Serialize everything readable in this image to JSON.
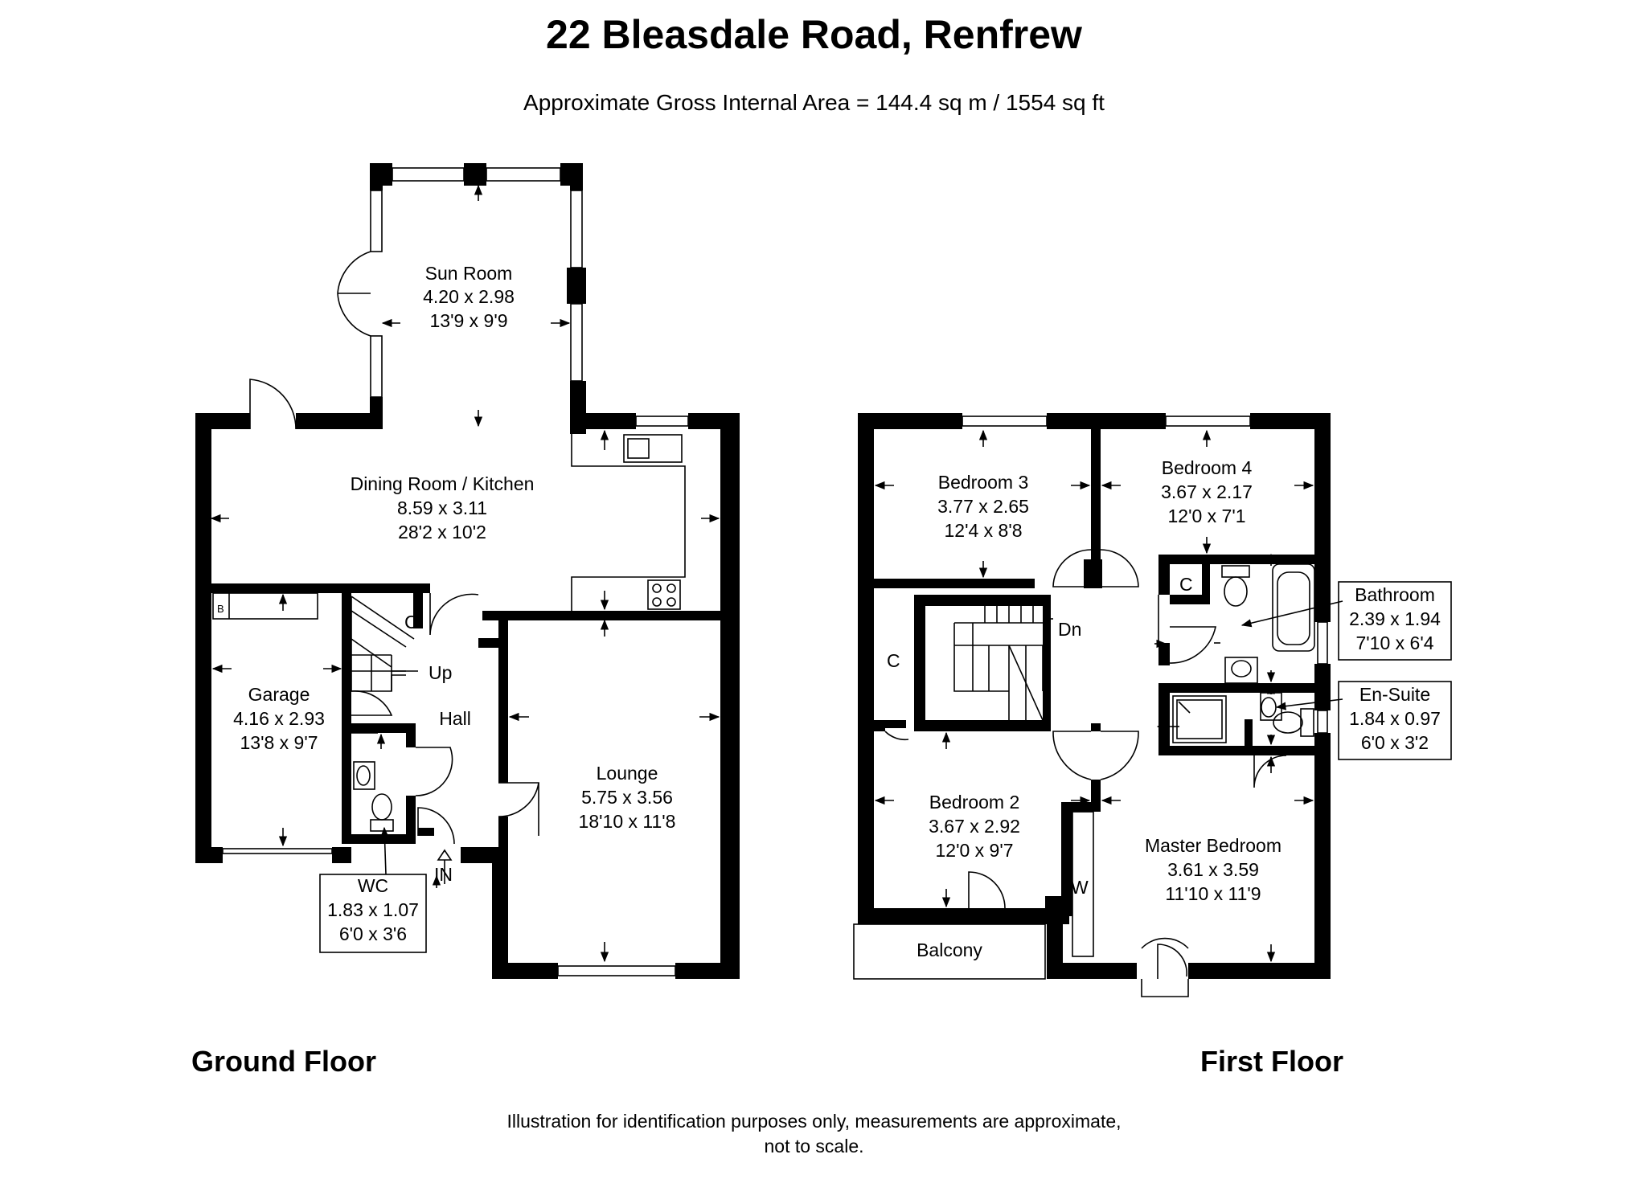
{
  "header": {
    "title": "22 Bleasdale Road, Renfrew",
    "subtitle": "Approximate Gross Internal Area = 144.4 sq m / 1554 sq ft"
  },
  "floors": {
    "ground": "Ground Floor",
    "first": "First Floor"
  },
  "ground_rooms": {
    "sun_room": {
      "name": "Sun Room",
      "metric": "4.20 x 2.98",
      "imperial": "13'9 x 9'9"
    },
    "dining": {
      "name": "Dining Room / Kitchen",
      "metric": "8.59 x 3.11",
      "imperial": "28'2 x 10'2"
    },
    "garage": {
      "name": "Garage",
      "metric": "4.16 x 2.93",
      "imperial": "13'8 x 9'7"
    },
    "hall": {
      "name": "Hall"
    },
    "lounge": {
      "name": "Lounge",
      "metric": "5.75 x 3.56",
      "imperial": "18'10 x 11'8"
    },
    "wc": {
      "name": "WC",
      "metric": "1.83 x 1.07",
      "imperial": "6'0 x 3'6"
    }
  },
  "ground_marks": {
    "boiler": "B",
    "cupboard": "C",
    "up": "Up",
    "entrance": "IN"
  },
  "first_rooms": {
    "bedroom3": {
      "name": "Bedroom 3",
      "metric": "3.77 x 2.65",
      "imperial": "12'4 x 8'8"
    },
    "bedroom4": {
      "name": "Bedroom 4",
      "metric": "3.67 x 2.17",
      "imperial": "12'0 x 7'1"
    },
    "bathroom": {
      "name": "Bathroom",
      "metric": "2.39 x 1.94",
      "imperial": "7'10 x 6'4"
    },
    "ensuite": {
      "name": "En-Suite",
      "metric": "1.84 x 0.97",
      "imperial": "6'0 x 3'2"
    },
    "bedroom2": {
      "name": "Bedroom 2",
      "metric": "3.67 x 2.92",
      "imperial": "12'0 x 9'7"
    },
    "master": {
      "name": "Master Bedroom",
      "metric": "3.61 x 3.59",
      "imperial": "11'10 x 11'9"
    },
    "balcony": {
      "name": "Balcony"
    }
  },
  "first_marks": {
    "down": "Dn",
    "cupboard": "C",
    "bath_cupboard": "C",
    "wardrobe": "W"
  },
  "footer": {
    "line1": "Illustration for identification purposes only, measurements are approximate,",
    "line2": "not to scale."
  }
}
